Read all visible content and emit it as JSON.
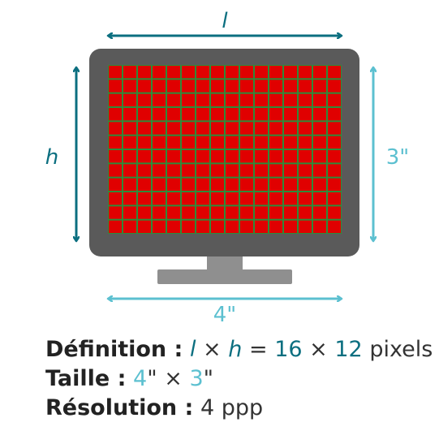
{
  "colors": {
    "dark_teal": "#0c6f80",
    "light_teal": "#5cc0d0",
    "bezel": "#5a5a5a",
    "stand": "#8f8f8f",
    "pixel_fill": "#e00000",
    "pixel_grid": "#2e8b3a",
    "text": "#333333"
  },
  "screen": {
    "columns": 16,
    "rows": 12
  },
  "labels": {
    "width_symbol": "l",
    "height_symbol": "h",
    "width_inches": "4\"",
    "height_inches": "3\""
  },
  "caption": {
    "definition_label": "Définition :",
    "definition_l": "l",
    "definition_times1": "×",
    "definition_h": "h",
    "definition_equals": "=",
    "definition_w_value": "16",
    "definition_times2": "×",
    "definition_h_value": "12",
    "definition_unit": "pixels",
    "size_label": "Taille :",
    "size_w_value": "4",
    "size_sep": "\" ×",
    "size_h_value": "3",
    "size_end": "\"",
    "resolution_label": "Résolution :",
    "resolution_value": "4 ppp"
  }
}
